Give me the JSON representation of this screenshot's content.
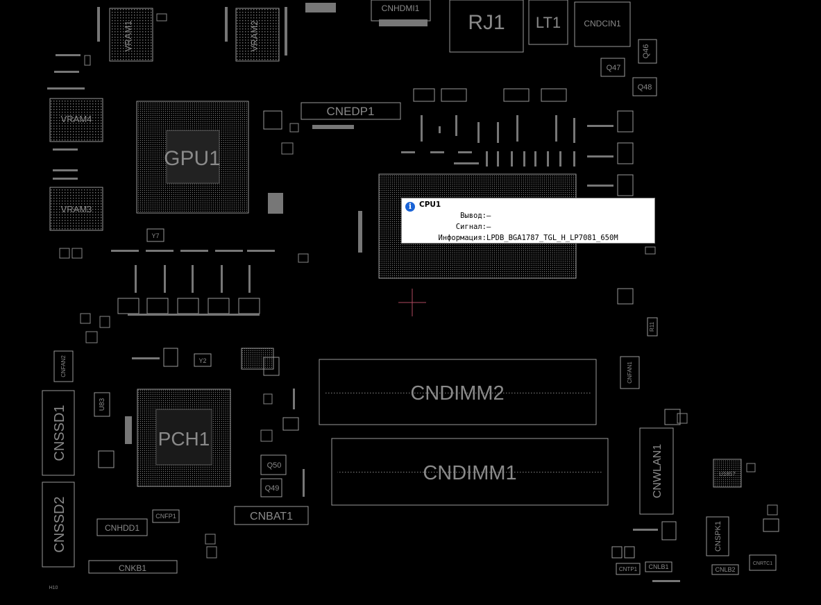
{
  "labels": [
    {
      "id": "vram1",
      "text": "VRAM1"
    },
    {
      "id": "vram2",
      "text": "VRAM2"
    },
    {
      "id": "vram3",
      "text": "VRAM3"
    },
    {
      "id": "vram4",
      "text": "VRAM4"
    },
    {
      "id": "gpu1",
      "text": "GPU1"
    },
    {
      "id": "pch1",
      "text": "PCH1"
    },
    {
      "id": "cnhdmi1",
      "text": "CNHDMI1"
    },
    {
      "id": "rj1",
      "text": "RJ1"
    },
    {
      "id": "lt1",
      "text": "LT1"
    },
    {
      "id": "cndcin1",
      "text": "CNDCIN1"
    },
    {
      "id": "cnedp1",
      "text": "CNEDP1"
    },
    {
      "id": "cndimm2",
      "text": "CNDIMM2"
    },
    {
      "id": "cndimm1",
      "text": "CNDIMM1"
    },
    {
      "id": "cnssd1",
      "text": "CNSSD1"
    },
    {
      "id": "cnssd2",
      "text": "CNSSD2"
    },
    {
      "id": "cnhdd1",
      "text": "CNHDD1"
    },
    {
      "id": "cnkb1",
      "text": "CNKB1"
    },
    {
      "id": "cnbat1",
      "text": "CNBAT1"
    },
    {
      "id": "cnwlan1",
      "text": "CNWLAN1"
    },
    {
      "id": "cnspk1",
      "text": "CNSPK1"
    },
    {
      "id": "cnfan1",
      "text": "CNFAN1"
    },
    {
      "id": "cnfan2",
      "text": "CNFAN2"
    },
    {
      "id": "cnfp1",
      "text": "CNFP1"
    },
    {
      "id": "cntp1",
      "text": "CNTP1"
    },
    {
      "id": "cnlb1",
      "text": "CNLB1"
    },
    {
      "id": "cnlb2",
      "text": "CNLB2"
    },
    {
      "id": "cnrtc1",
      "text": "CNRTC1"
    },
    {
      "id": "q46",
      "text": "Q46"
    },
    {
      "id": "q47",
      "text": "Q47"
    },
    {
      "id": "q48",
      "text": "Q48"
    },
    {
      "id": "q49",
      "text": "Q49"
    },
    {
      "id": "q50",
      "text": "Q50"
    },
    {
      "id": "u83",
      "text": "U83"
    },
    {
      "id": "u1857",
      "text": "U1857"
    },
    {
      "id": "y2",
      "text": "Y2"
    },
    {
      "id": "y7",
      "text": "Y7"
    },
    {
      "id": "r11",
      "text": "R11"
    },
    {
      "id": "h10",
      "text": "H10"
    }
  ],
  "tooltip": {
    "title": "CPU1",
    "rows": [
      {
        "key": "Вывод:",
        "value": "—"
      },
      {
        "key": "Сигнал:",
        "value": "—"
      },
      {
        "key": "Информация:",
        "value": "LPDB_BGA1787_TGL_H_LP7081_650M"
      }
    ],
    "icon": "info-icon",
    "accent": "#1a63d6"
  },
  "colors": {
    "background": "#000000",
    "outline": "#9a9a9a",
    "label": "#8a8a8a",
    "crosshair": "#b04a60"
  }
}
